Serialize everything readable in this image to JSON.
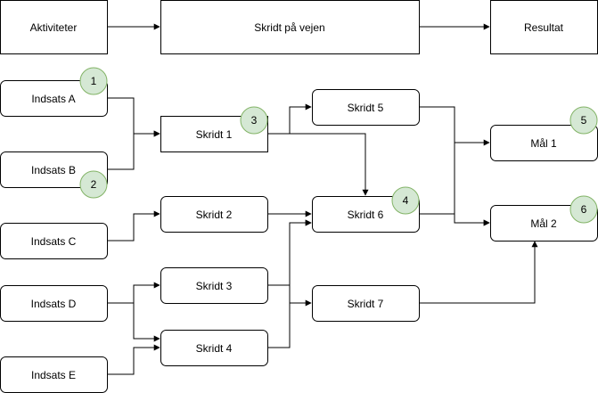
{
  "colors": {
    "badge_fill": "#d5e8d4",
    "badge_stroke": "#82b366",
    "stroke": "#000000",
    "background": "#ffffff"
  },
  "header": {
    "activities": "Aktiviteter",
    "steps": "Skridt på vejen",
    "result": "Resultat"
  },
  "inputs": {
    "a": "Indsats A",
    "b": "Indsats B",
    "c": "Indsats C",
    "d": "Indsats D",
    "e": "Indsats E"
  },
  "steps": {
    "s1": "Skridt 1",
    "s2": "Skridt 2",
    "s3": "Skridt 3",
    "s4": "Skridt 4",
    "s5": "Skridt 5",
    "s6": "Skridt 6",
    "s7": "Skridt 7"
  },
  "goals": {
    "g1": "Mål 1",
    "g2": "Mål 2"
  },
  "badges": {
    "b1": "1",
    "b2": "2",
    "b3": "3",
    "b4": "4",
    "b5": "5",
    "b6": "6"
  }
}
